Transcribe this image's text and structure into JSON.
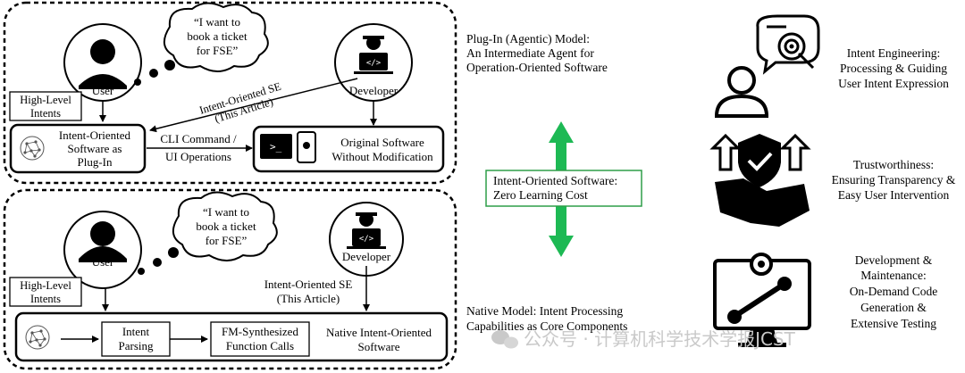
{
  "top_panel": {
    "user_label": "User",
    "speech": [
      "“I want to",
      "book a ticket",
      "for FSE”"
    ],
    "developer_label": "Developer",
    "intent_se": [
      "Intent-Oriented SE",
      "(This Article)"
    ],
    "high_level": [
      "High-Level",
      "Intents"
    ],
    "plugin_box": [
      "Intent-Oriented",
      "Software as",
      "Plug-In"
    ],
    "cli": [
      "CLI Command /",
      "UI Operations"
    ],
    "original": [
      "Original Software",
      "Without Modification"
    ]
  },
  "bottom_panel": {
    "user_label": "User",
    "speech": [
      "“I want to",
      "book a ticket",
      "for FSE”"
    ],
    "developer_label": "Developer",
    "intent_se": [
      "Intent-Oriented SE",
      "(This Article)"
    ],
    "high_level": [
      "High-Level",
      "Intents"
    ],
    "intent_parsing": [
      "Intent",
      "Parsing"
    ],
    "fm_calls": [
      "FM-Synthesized",
      "Function Calls"
    ],
    "native_software": [
      "Native Intent-Oriented",
      "Software"
    ]
  },
  "middle": {
    "plugin_model": [
      "Plug-In (Agentic) Model:",
      "An Intermediate Agent for",
      "Operation-Oriented Software"
    ],
    "zero_cost": [
      "Intent-Oriented Software:",
      "Zero Learning Cost"
    ],
    "native_model": [
      "Native Model: Intent Processing",
      "Capabilities as Core Components"
    ]
  },
  "right": {
    "intent_eng": [
      "Intent Engineering:",
      "Processing & Guiding",
      "User Intent Expression"
    ],
    "trust": [
      "Trustworthiness:",
      "Ensuring Transparency &",
      "Easy User Intervention"
    ],
    "devmaint": [
      "Development &",
      "Maintenance:",
      "On-Demand Code",
      "Generation &",
      "Extensive Testing"
    ]
  },
  "watermark": "公众号 · 计算机科学技术学报JCST",
  "colors": {
    "arrow_green": "#1db954",
    "box_green": "#2e9e48"
  }
}
